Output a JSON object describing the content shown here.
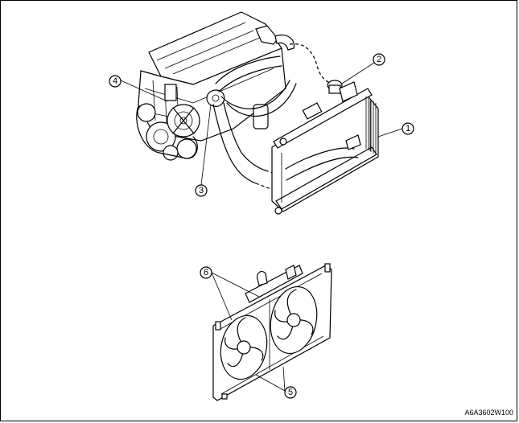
{
  "figure_code": "A6A3602W100",
  "callouts": [
    {
      "label": "1"
    },
    {
      "label": "2"
    },
    {
      "label": "3"
    },
    {
      "label": "4"
    },
    {
      "label": "5"
    },
    {
      "label": "6"
    }
  ],
  "components": [
    "engine-block-icon",
    "radiator-icon",
    "radiator-cap-icon",
    "upper-hose-icon",
    "lower-hose-icon",
    "thermostat-icon",
    "water-pump-icon",
    "cooling-fan-icon",
    "fan-motor-icon"
  ]
}
